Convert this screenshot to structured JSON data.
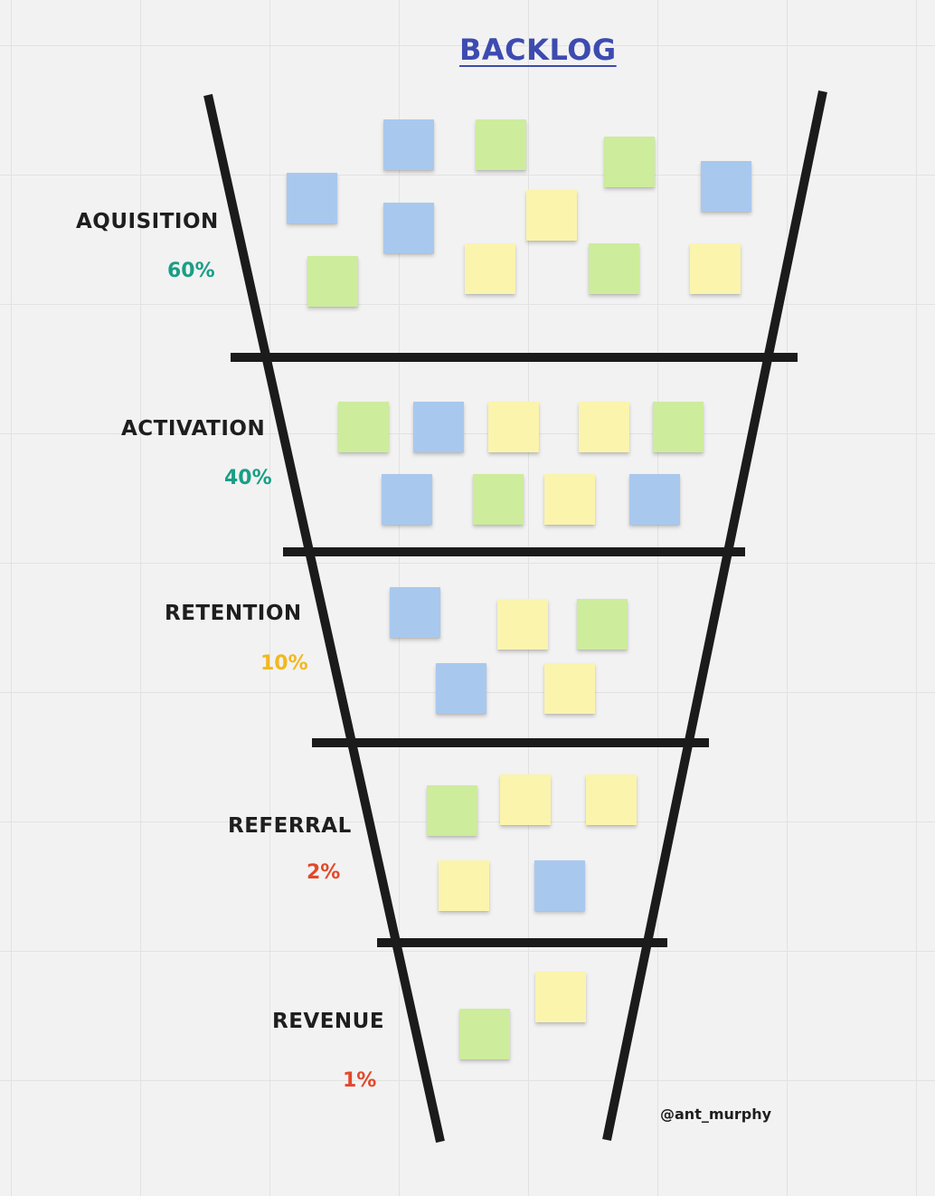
{
  "board": {
    "title": "BACKLOG",
    "handle": "@ant_murphy"
  },
  "colors": {
    "title": "#3d4bb0",
    "blue_note": "#a9c8ee",
    "green_note": "#cdec9c",
    "yellow_note": "#fbf4ad",
    "funnel_line": "#1b1b1b",
    "pct_green": "#1a9e86",
    "pct_yellow": "#f2b81d",
    "pct_red": "#e2492a"
  },
  "stages": [
    {
      "name": "AQUISITION",
      "percent": "60%",
      "percent_color": "#1a9e86"
    },
    {
      "name": "ACTIVATION",
      "percent": "40%",
      "percent_color": "#1a9e86"
    },
    {
      "name": "RETENTION",
      "percent": "10%",
      "percent_color": "#f2b81d"
    },
    {
      "name": "REFERRAL",
      "percent": "2%",
      "percent_color": "#e2492a"
    },
    {
      "name": "REVENUE",
      "percent": "1%",
      "percent_color": "#e2492a"
    }
  ]
}
